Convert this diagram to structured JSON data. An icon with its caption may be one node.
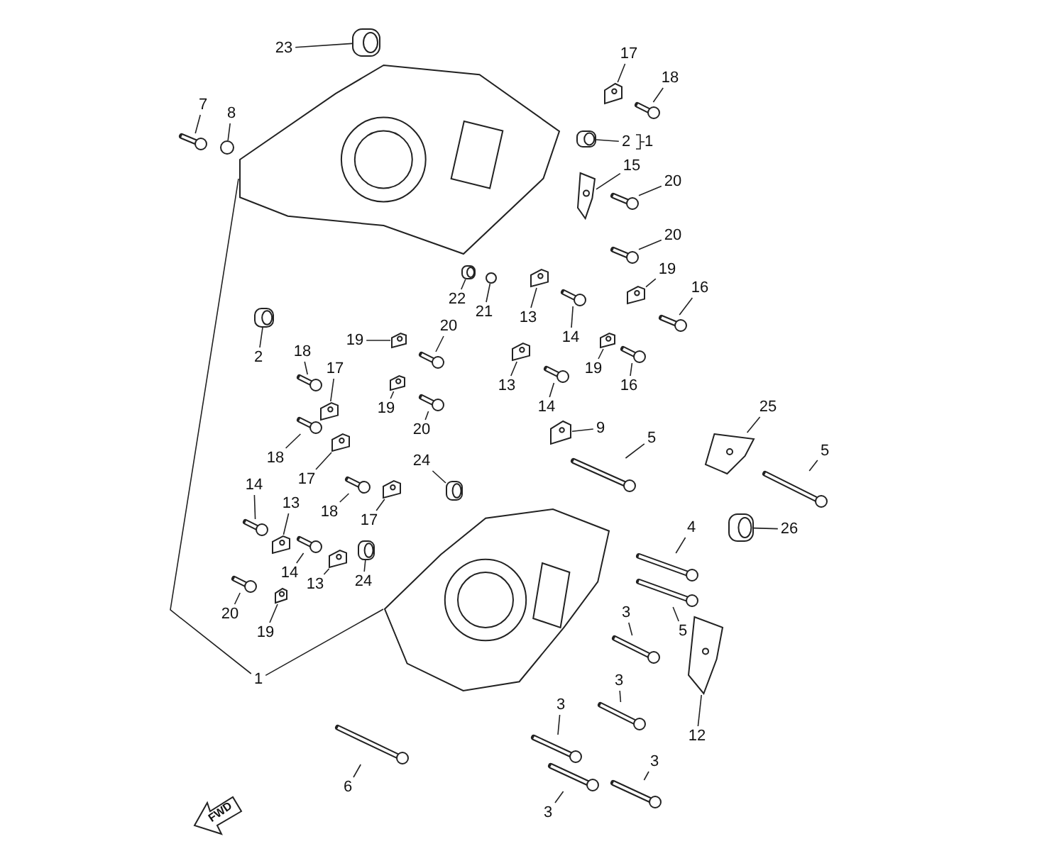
{
  "diagram": {
    "nodes": [
      {
        "text": [
          "23"
        ]
      },
      {
        "text": [
          "7"
        ]
      },
      {
        "text": [
          "8"
        ]
      },
      {
        "text": [
          "17"
        ]
      },
      {
        "text": [
          "18"
        ]
      },
      {
        "text": [
          "2"
        ]
      },
      {
        "text": [
          "1"
        ]
      },
      {
        "text": [
          "15"
        ]
      },
      {
        "text": [
          "20"
        ]
      },
      {
        "text": [
          "20"
        ]
      },
      {
        "text": [
          "22"
        ]
      },
      {
        "text": [
          "21"
        ]
      },
      {
        "text": [
          "19"
        ]
      },
      {
        "text": [
          "16"
        ]
      },
      {
        "text": [
          "13"
        ]
      },
      {
        "text": [
          "14"
        ]
      },
      {
        "text": [
          "2"
        ]
      },
      {
        "text": [
          "19"
        ]
      },
      {
        "text": [
          "20"
        ]
      },
      {
        "text": [
          "19"
        ]
      },
      {
        "text": [
          "16"
        ]
      },
      {
        "text": [
          "13"
        ]
      },
      {
        "text": [
          "14"
        ]
      },
      {
        "text": [
          "18"
        ]
      },
      {
        "text": [
          "17"
        ]
      },
      {
        "text": [
          "19"
        ]
      },
      {
        "text": [
          "20"
        ]
      },
      {
        "text": [
          "9"
        ]
      },
      {
        "text": [
          "5"
        ]
      },
      {
        "text": [
          "25"
        ]
      },
      {
        "text": [
          "5"
        ]
      },
      {
        "text": [
          "18"
        ]
      },
      {
        "text": [
          "17"
        ]
      },
      {
        "text": [
          "24"
        ]
      },
      {
        "text": [
          "18"
        ]
      },
      {
        "text": [
          "17"
        ]
      },
      {
        "text": [
          "14"
        ]
      },
      {
        "text": [
          "13"
        ]
      },
      {
        "text": [
          "24"
        ]
      },
      {
        "text": [
          "14"
        ]
      },
      {
        "text": [
          "13"
        ]
      },
      {
        "text": [
          "20"
        ]
      },
      {
        "text": [
          "19"
        ]
      },
      {
        "text": [
          "26"
        ]
      },
      {
        "text": [
          "4"
        ]
      },
      {
        "text": [
          "5"
        ]
      },
      {
        "text": [
          "3"
        ]
      },
      {
        "text": [
          "3"
        ]
      },
      {
        "text": [
          "3"
        ]
      },
      {
        "text": [
          "12"
        ]
      },
      {
        "text": [
          "1"
        ]
      },
      {
        "text": [
          "6"
        ]
      },
      {
        "text": [
          "3"
        ]
      },
      {
        "text": [
          "3"
        ]
      },
      {
        "text": [],
        "shape": "cylinder"
      },
      {
        "text": [],
        "shape": "bolt"
      },
      {
        "text": [],
        "shape": "ring"
      },
      {
        "text": [],
        "shape": "bracket"
      },
      {
        "text": [],
        "shape": "bolt"
      },
      {
        "text": [],
        "shape": "cylinder"
      },
      {
        "text": [],
        "shape": "plate"
      },
      {
        "text": [],
        "shape": "bolt"
      },
      {
        "text": [],
        "shape": "bolt"
      },
      {
        "text": [],
        "shape": "cylinder"
      },
      {
        "text": [],
        "shape": "ring"
      },
      {
        "text": [],
        "shape": "bracket"
      },
      {
        "text": [],
        "shape": "bolt"
      },
      {
        "text": [],
        "shape": "bracket"
      },
      {
        "text": [],
        "shape": "bolt"
      },
      {
        "text": [],
        "shape": "cylinder"
      },
      {
        "text": [],
        "shape": "bracket"
      },
      {
        "text": [],
        "shape": "bolt"
      },
      {
        "text": [],
        "shape": "bracket"
      },
      {
        "text": [],
        "shape": "bolt"
      },
      {
        "text": [],
        "shape": "bracket"
      },
      {
        "text": [],
        "shape": "bolt"
      },
      {
        "text": [],
        "shape": "bolt"
      },
      {
        "text": [],
        "shape": "bracket"
      },
      {
        "text": [],
        "shape": "bracket"
      },
      {
        "text": [],
        "shape": "bolt"
      },
      {
        "text": [],
        "shape": "bracket"
      },
      {
        "text": [],
        "shape": "bolt"
      },
      {
        "text": [],
        "shape": "plate"
      },
      {
        "text": [],
        "shape": "bolt"
      },
      {
        "text": [],
        "shape": "bolt"
      },
      {
        "text": [],
        "shape": "bracket"
      },
      {
        "text": [],
        "shape": "cylinder"
      },
      {
        "text": [],
        "shape": "bolt"
      },
      {
        "text": [],
        "shape": "bracket"
      },
      {
        "text": [],
        "shape": "bolt"
      },
      {
        "text": [],
        "shape": "bracket"
      },
      {
        "text": [],
        "shape": "cylinder"
      },
      {
        "text": [],
        "shape": "bolt"
      },
      {
        "text": [],
        "shape": "bracket"
      },
      {
        "text": [],
        "shape": "bolt"
      },
      {
        "text": [],
        "shape": "bracket"
      },
      {
        "text": [],
        "shape": "cylinder"
      },
      {
        "text": [],
        "shape": "bolt"
      },
      {
        "text": [],
        "shape": "bolt"
      },
      {
        "text": [],
        "shape": "bolt"
      },
      {
        "text": [],
        "shape": "bolt"
      },
      {
        "text": [],
        "shape": "bolt"
      },
      {
        "text": [],
        "shape": "plate"
      },
      {
        "text": [],
        "shape": "bolt"
      },
      {
        "text": [],
        "shape": "bolt"
      },
      {
        "text": [],
        "shape": "bolt"
      },
      {
        "text": [],
        "shape": "casing"
      },
      {
        "text": [],
        "shape": "casing"
      },
      {
        "text": [
          "FWD"
        ]
      }
    ],
    "edges": [
      {
        "from": 0,
        "to": 54,
        "arrow": "none"
      },
      {
        "from": 1,
        "to": 55,
        "arrow": "none"
      },
      {
        "from": 2,
        "to": 56,
        "arrow": "none"
      },
      {
        "from": 3,
        "to": 57,
        "arrow": "none"
      },
      {
        "from": 4,
        "to": 58,
        "arrow": "none"
      },
      {
        "from": 5,
        "to": 59,
        "arrow": "none"
      },
      {
        "from": 7,
        "to": 60,
        "arrow": "none"
      },
      {
        "from": 8,
        "to": 61,
        "arrow": "none"
      },
      {
        "from": 9,
        "to": 62,
        "arrow": "none"
      },
      {
        "from": 10,
        "to": 63,
        "arrow": "none"
      },
      {
        "from": 11,
        "to": 64,
        "arrow": "none"
      },
      {
        "from": 12,
        "to": 65,
        "arrow": "none"
      },
      {
        "from": 13,
        "to": 66,
        "arrow": "none"
      },
      {
        "from": 14,
        "to": 67,
        "arrow": "none"
      },
      {
        "from": 15,
        "to": 68,
        "arrow": "none"
      },
      {
        "from": 16,
        "to": 69,
        "arrow": "none"
      },
      {
        "from": 17,
        "to": 70,
        "arrow": "none"
      },
      {
        "from": 18,
        "to": 71,
        "arrow": "none"
      },
      {
        "from": 19,
        "to": 72,
        "arrow": "none"
      },
      {
        "from": 20,
        "to": 73,
        "arrow": "none"
      },
      {
        "from": 21,
        "to": 74,
        "arrow": "none"
      },
      {
        "from": 22,
        "to": 75,
        "arrow": "none"
      },
      {
        "from": 23,
        "to": 76,
        "arrow": "none"
      },
      {
        "from": 24,
        "to": 77,
        "arrow": "none"
      },
      {
        "from": 25,
        "to": 78,
        "arrow": "none"
      },
      {
        "from": 26,
        "to": 79,
        "arrow": "none"
      },
      {
        "from": 27,
        "to": 80,
        "arrow": "none"
      },
      {
        "from": 28,
        "to": 81,
        "arrow": "none"
      },
      {
        "from": 29,
        "to": 82,
        "arrow": "none"
      },
      {
        "from": 30,
        "to": 83,
        "arrow": "none"
      },
      {
        "from": 31,
        "to": 84,
        "arrow": "none"
      },
      {
        "from": 32,
        "to": 85,
        "arrow": "none"
      },
      {
        "from": 33,
        "to": 86,
        "arrow": "none"
      },
      {
        "from": 34,
        "to": 87,
        "arrow": "none"
      },
      {
        "from": 35,
        "to": 88,
        "arrow": "none"
      },
      {
        "from": 36,
        "to": 89,
        "arrow": "none"
      },
      {
        "from": 37,
        "to": 90,
        "arrow": "none"
      },
      {
        "from": 38,
        "to": 91,
        "arrow": "none"
      },
      {
        "from": 39,
        "to": 92,
        "arrow": "none"
      },
      {
        "from": 40,
        "to": 93,
        "arrow": "none"
      },
      {
        "from": 41,
        "to": 94,
        "arrow": "none"
      },
      {
        "from": 42,
        "to": 95,
        "arrow": "none"
      },
      {
        "from": 43,
        "to": 96,
        "arrow": "none"
      },
      {
        "from": 44,
        "to": 97,
        "arrow": "none"
      },
      {
        "from": 45,
        "to": 98,
        "arrow": "none"
      },
      {
        "from": 46,
        "to": 99,
        "arrow": "none"
      },
      {
        "from": 47,
        "to": 100,
        "arrow": "none"
      },
      {
        "from": 48,
        "to": 101,
        "arrow": "none"
      },
      {
        "from": 49,
        "to": 102,
        "arrow": "none"
      },
      {
        "from": 51,
        "to": 103,
        "arrow": "none"
      },
      {
        "from": 52,
        "to": 104,
        "arrow": "none"
      },
      {
        "from": 53,
        "to": 105,
        "arrow": "none"
      },
      {
        "from": 50,
        "to": 106,
        "arrow": "none"
      },
      {
        "from": 50,
        "to": 107,
        "arrow": "none"
      }
    ],
    "labels": []
  }
}
